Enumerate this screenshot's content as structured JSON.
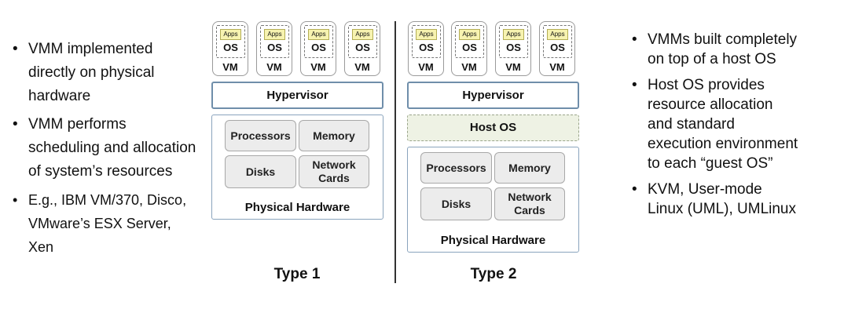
{
  "left_bullets": [
    "VMM implemented directly on physical hardware",
    "VMM performs scheduling and allocation of system’s resources",
    "E.g., IBM VM/370, Disco, VMware’s ESX Server, Xen"
  ],
  "right_bullets": [
    "VMMs built completely on top of a host OS",
    "Host OS provides resource allocation and standard execution environment to each “guest OS”",
    "KVM, User-mode Linux (UML), UMLinux"
  ],
  "vm_stack": {
    "apps": "Apps",
    "os": "OS",
    "vm": "VM"
  },
  "type1": {
    "hypervisor": "Hypervisor",
    "components": {
      "processors": "Processors",
      "memory": "Memory",
      "disks": "Disks",
      "network": "Network Cards"
    },
    "hardware": "Physical Hardware",
    "label": "Type 1"
  },
  "type2": {
    "hypervisor": "Hypervisor",
    "host_os": "Host OS",
    "components": {
      "processors": "Processors",
      "memory": "Memory",
      "disks": "Disks",
      "network": "Network Cards"
    },
    "hardware": "Physical Hardware",
    "label": "Type 2"
  },
  "colors": {
    "apps_fill": "#f7f3b0",
    "host_os_fill": "#eef2e4",
    "layer_border": "#6f8eaa",
    "component_fill": "#ececec"
  }
}
